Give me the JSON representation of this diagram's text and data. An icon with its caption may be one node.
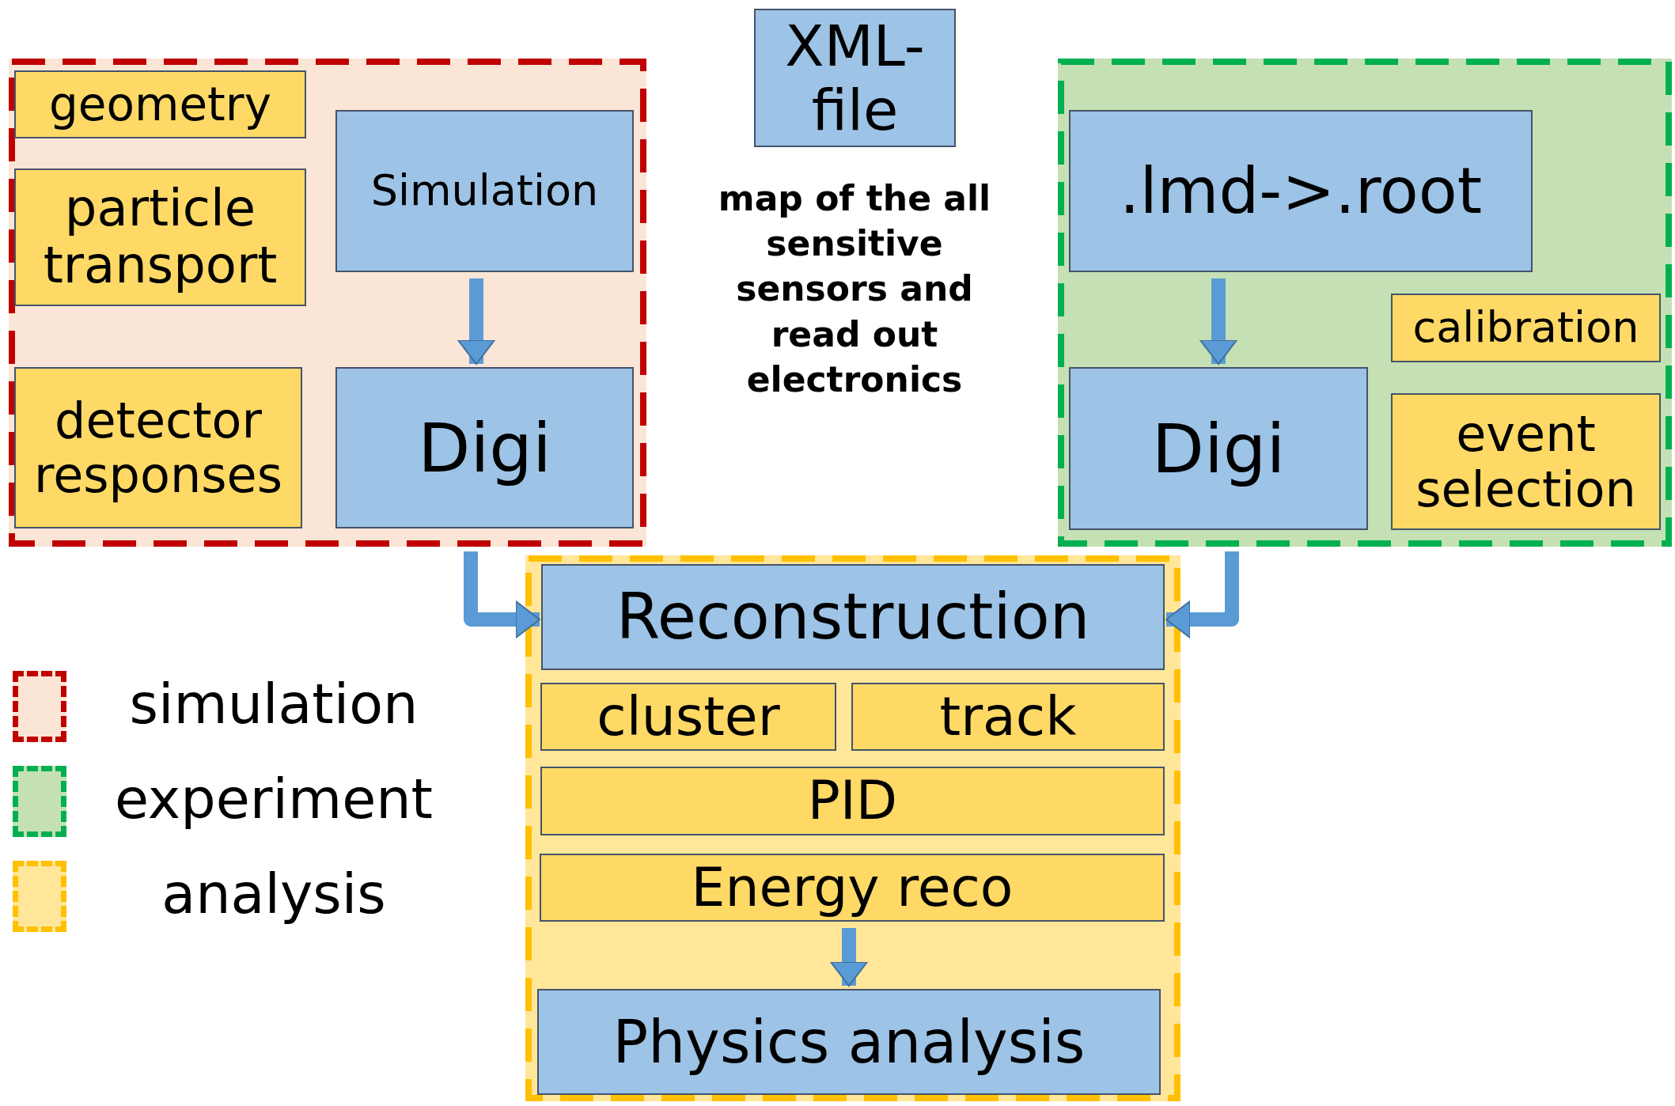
{
  "diagram": {
    "nodes": [
      {
        "text": [],
        "shape": "box"
      },
      {
        "text": [
          "geometry"
        ],
        "in": 0
      },
      {
        "text": [
          "particle transport"
        ],
        "in": 0
      },
      {
        "text": [
          "Simulation"
        ],
        "in": 0
      },
      {
        "text": [
          "detector responses"
        ],
        "in": 0
      },
      {
        "text": [
          "Digi"
        ],
        "in": 0
      },
      {
        "text": [
          "XML- file"
        ]
      },
      {
        "text": [],
        "shape": "box"
      },
      {
        "text": [
          ".lmd->.root"
        ],
        "in": 7
      },
      {
        "text": [
          "calibration"
        ],
        "in": 7
      },
      {
        "text": [
          "Digi"
        ],
        "in": 7
      },
      {
        "text": [
          "event selection"
        ],
        "in": 7
      },
      {
        "text": [],
        "shape": "box"
      },
      {
        "text": [
          "Reconstruction"
        ],
        "in": 12
      },
      {
        "text": [
          "cluster"
        ],
        "in": 12
      },
      {
        "text": [
          "track"
        ],
        "in": 12
      },
      {
        "text": [
          "PID"
        ],
        "in": 12
      },
      {
        "text": [
          "Energy reco"
        ],
        "in": 12
      },
      {
        "text": [
          "Physics analysis"
        ],
        "in": 12
      }
    ],
    "edges": [
      {
        "from": 3,
        "to": 5,
        "arrow": "to"
      },
      {
        "from": 0,
        "to": 13,
        "arrow": "to"
      },
      {
        "from": 8,
        "to": 10,
        "arrow": "to"
      },
      {
        "from": 7,
        "to": 13,
        "arrow": "to"
      },
      {
        "from": 17,
        "to": 18,
        "arrow": "to"
      }
    ],
    "labels": [
      "map of the all sensitive sensors and read out electronics"
    ],
    "legend": [
      {
        "text": "simulation",
        "color": "#fbe5d6"
      },
      {
        "text": "experiment",
        "color": "#c5e0b4"
      },
      {
        "text": "analysis",
        "color": "#ffe699"
      }
    ]
  }
}
